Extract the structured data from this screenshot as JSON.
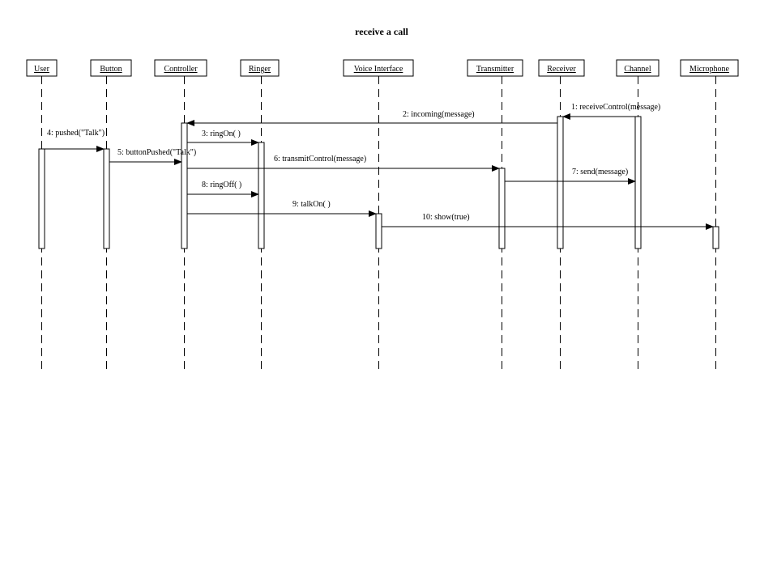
{
  "title": "receive a call",
  "objects": [
    {
      "id": "user",
      "label": "User"
    },
    {
      "id": "button",
      "label": "Button"
    },
    {
      "id": "controller",
      "label": "Controller"
    },
    {
      "id": "ringer",
      "label": "Ringer"
    },
    {
      "id": "voice-interface",
      "label": "Voice Interface"
    },
    {
      "id": "transmitter",
      "label": "Transmitter"
    },
    {
      "id": "receiver",
      "label": "Receiver"
    },
    {
      "id": "channel",
      "label": "Channel"
    },
    {
      "id": "microphone",
      "label": "Microphone"
    }
  ],
  "messages": [
    {
      "label": "1: receiveControl(message)",
      "from": "channel",
      "to": "receiver"
    },
    {
      "label": "2: incoming(message)",
      "from": "receiver",
      "to": "controller"
    },
    {
      "label": "3: ringOn( )",
      "from": "controller",
      "to": "ringer"
    },
    {
      "label": "4: pushed(\"Talk\")",
      "from": "user",
      "to": "button"
    },
    {
      "label": "5: buttonPushed(\"Talk\")",
      "from": "button",
      "to": "controller"
    },
    {
      "label": "6: transmitControl(message)",
      "from": "controller",
      "to": "transmitter"
    },
    {
      "label": "7: send(message)",
      "from": "transmitter",
      "to": "channel"
    },
    {
      "label": "8: ringOff( )",
      "from": "controller",
      "to": "ringer"
    },
    {
      "label": "9: talkOn( )",
      "from": "controller",
      "to": "voice-interface"
    },
    {
      "label": "10: show(true)",
      "from": "voice-interface",
      "to": "microphone"
    }
  ]
}
